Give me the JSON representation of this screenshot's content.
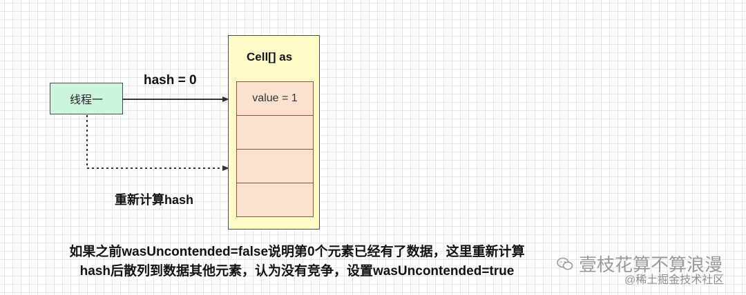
{
  "diagram": {
    "thread": {
      "label": "线程一"
    },
    "hash_label": "hash = 0",
    "array": {
      "title": "Cell[] as",
      "cells": [
        "value = 1",
        "",
        "",
        ""
      ]
    },
    "rehash_label": "重新计算hash",
    "caption_lines": [
      "如果之前wasUncontended=false说明第0个元素已经有了数据，这里重新计算",
      "hash后散列到数据其他元素，认为没有竞争，设置wasUncontended=true"
    ]
  },
  "watermark": {
    "account": "壹枝花算不算浪漫",
    "community": "@稀土掘金技术社区"
  },
  "colors": {
    "thread_fill": "#ccf5dd",
    "array_fill": "#fffbc7",
    "cell_fill": "#fde1cf",
    "line": "#333333"
  }
}
